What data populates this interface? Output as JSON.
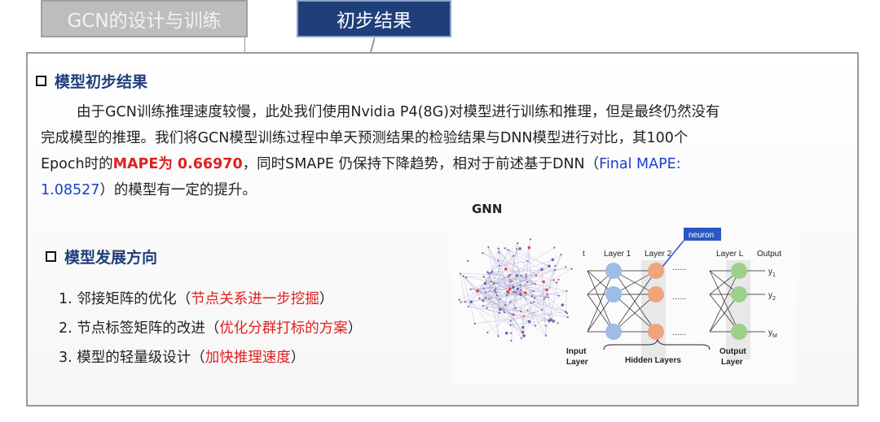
{
  "tabs": {
    "inactive_label": "GCN的设计与训练",
    "active_label": "初步结果"
  },
  "section1": {
    "title": "模型初步结果",
    "p1": "由于GCN训练推理速度较慢，此处我们使用Nvidia P4(8G)对模型进行训练和推理，但是最终仍然没有",
    "p2": "完成模型的推理。我们将GCN模型训练过程中单天预测结果的检验结果与DNN模型进行对比，其100个",
    "p3_a": "Epoch时的",
    "p3_red": "MAPE为 0.66970",
    "p3_b": "，同时SMAPE 仍保持下降趋势，相对于前述基于DNN（",
    "p3_blue": "Final MAPE:",
    "p4_blue": "1.08527",
    "p4_b": "）的模型有一定的提升。"
  },
  "section2": {
    "title": "模型发展方向",
    "items": [
      {
        "num": "1.",
        "text": "邻接矩阵的优化（",
        "highlight": "节点关系进一步挖掘",
        "close": "）"
      },
      {
        "num": "2.",
        "text": "节点标签矩阵的改进（",
        "highlight": "优化分群打标的方案",
        "close": "）"
      },
      {
        "num": "3.",
        "text": "模型的轻量级设计（",
        "highlight": "加快推理速度",
        "close": "）"
      }
    ]
  },
  "figure": {
    "title": "GNN",
    "neuron_label": "neuron",
    "layer_labels": [
      "t",
      "Layer 1",
      "Layer 2",
      "Layer L",
      "Output"
    ],
    "outputs": [
      "y",
      "y",
      "y"
    ],
    "output_subs": [
      "1",
      "2",
      "M"
    ],
    "dots": "......",
    "input_label_1": "Input",
    "input_label_2": "Layer",
    "hidden_label": "Hidden Layers",
    "output_label_1": "Output",
    "output_label_2": "Layer",
    "colors": {
      "layer1": "#9dbce8",
      "layer2": "#f0a47e",
      "layerL": "#9ed08a"
    }
  }
}
